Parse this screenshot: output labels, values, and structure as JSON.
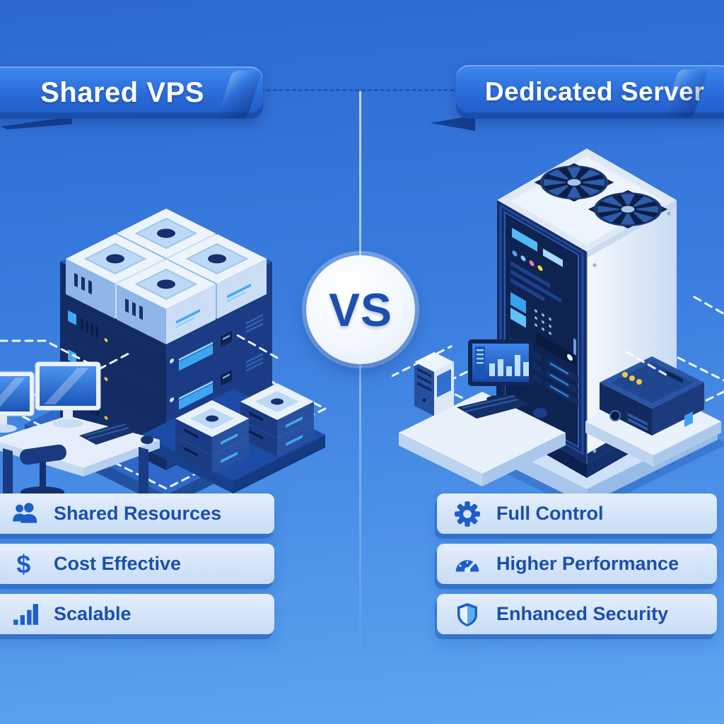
{
  "vs_badge": {
    "label": "VS"
  },
  "left_panel": {
    "title": "Shared VPS",
    "illustration": "isometric-shared-vps-server-stack-with-workstations",
    "features": [
      {
        "icon": "people-icon",
        "label": "Shared Resources"
      },
      {
        "icon": "dollar-icon",
        "label": "Cost Effective"
      },
      {
        "icon": "bar-chart-icon",
        "label": "Scalable"
      }
    ]
  },
  "right_panel": {
    "title": "Dedicated Server",
    "illustration": "isometric-dedicated-server-tower-with-workstation-and-appliance",
    "features": [
      {
        "icon": "gear-icon",
        "label": "Full Control"
      },
      {
        "icon": "speedometer-icon",
        "label": "Higher Performance"
      },
      {
        "icon": "shield-icon",
        "label": "Enhanced Security"
      }
    ]
  },
  "colors": {
    "background_top": "#2b69d1",
    "background_bottom": "#5ea6f0",
    "banner_blue": "#2a6bd8",
    "feature_text_blue": "#1b4fae",
    "icon_blue": "#1e5ec9",
    "server_navy": "#14306e",
    "cyan_accent": "#3fa9f5"
  }
}
